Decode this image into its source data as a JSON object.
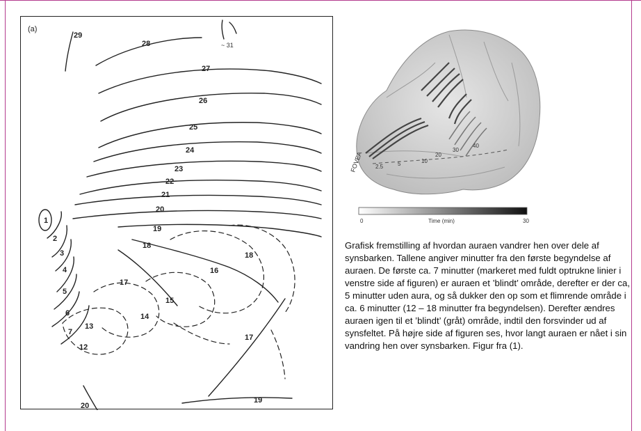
{
  "panel": {
    "tag": "(a)",
    "handwriting": "~ 31"
  },
  "aura_map": {
    "labels": [
      "1",
      "2",
      "3",
      "4",
      "5",
      "6",
      "7",
      "12",
      "13",
      "14",
      "15",
      "16",
      "17",
      "17",
      "18",
      "18",
      "19",
      "19",
      "20",
      "20",
      "21",
      "22",
      "23",
      "24",
      "25",
      "26",
      "27",
      "28",
      "29"
    ]
  },
  "brain": {
    "fovea_label": "FOVEA",
    "scale_start": "0",
    "scale_end": "30",
    "scale_label": "Time (min)",
    "stripe_numbers": [
      "2.5",
      "5",
      "10",
      "20",
      "30",
      "40"
    ]
  },
  "caption": {
    "text": "Grafisk fremstilling af hvordan auraen vandrer hen over dele af synsbarken. Tallene angiver minutter fra den første begyndelse af auraen. De første ca. 7 minutter (markeret med fuldt optrukne linier i venstre side af figuren) er auraen et ’blindt’ område, derefter er der ca, 5 minutter uden aura, og så dukker den op som et flimrende område i ca. 6 minutter (12 – 18 minutter fra begyndelsen). Derefter ændres auraen igen til et ’blindt’ (gråt) område, indtil den forsvinder ud af synsfeltet. På højre side af figuren ses, hvor langt auraen er nået i sin vandring hen over synsbarken. Figur fra (1)."
  },
  "colors": {
    "frame": "#b43b8e",
    "ink": "#222222"
  }
}
